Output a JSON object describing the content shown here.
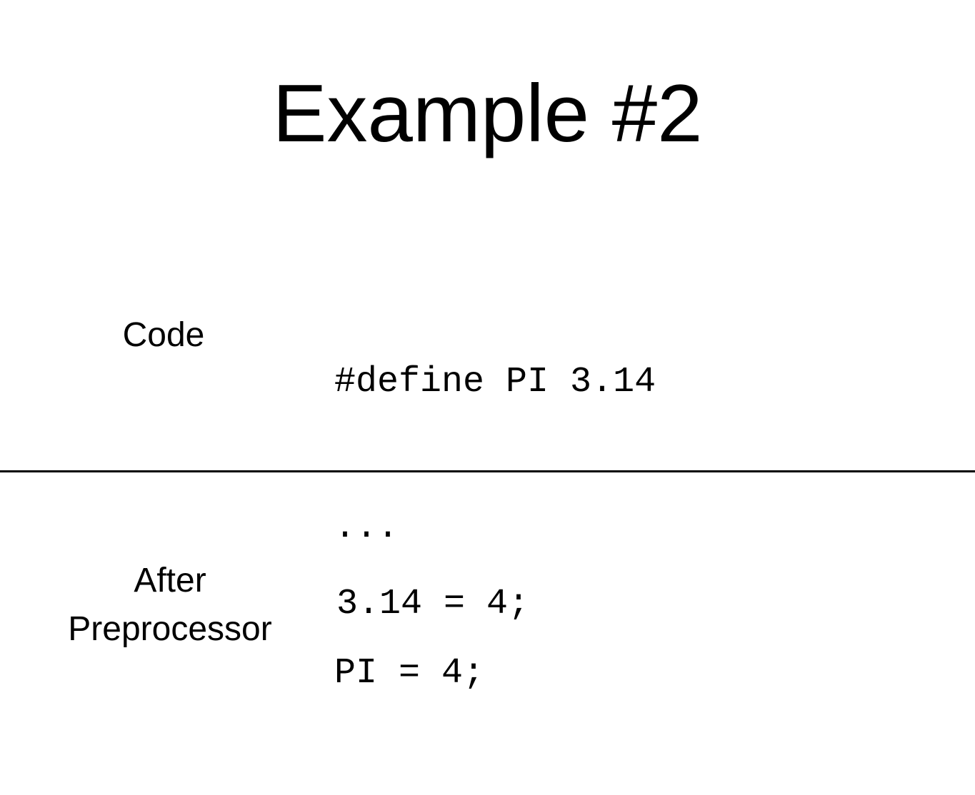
{
  "slide": {
    "title": "Example #2",
    "code_section": {
      "label": "Code",
      "lines": [
        "#define PI 3.14",
        "...",
        "PI = 4;"
      ]
    },
    "after_section": {
      "label_line1": "After",
      "label_line2": "Preprocessor",
      "code": "3.14 = 4;"
    }
  }
}
